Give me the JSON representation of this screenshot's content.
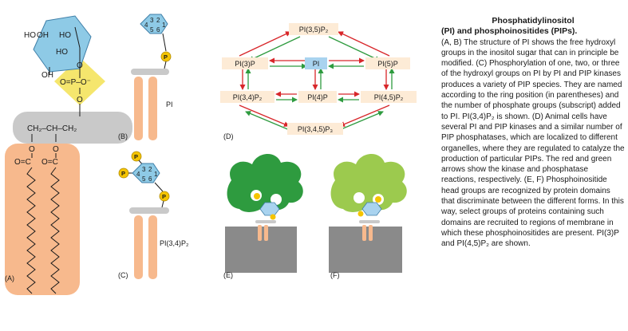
{
  "panels": {
    "A": "(A)",
    "B": "(B)",
    "C": "(C)",
    "D": "(D)",
    "E": "(E)",
    "F": "(F)"
  },
  "structure_a": {
    "ho_top": "HO",
    "oh_top": "OH",
    "ho_top2": "HO",
    "ho_mid": "HO",
    "oh_left": "OH",
    "phosphate": "O=P–O⁻",
    "o_top": "O",
    "o_bottom": "O",
    "glycerol": "CH₂–CH–CH₂",
    "o_left": "O",
    "o_right": "O",
    "ester_left": "O=C",
    "ester_right": "O=C"
  },
  "ring_numbers": [
    "3",
    "2",
    "4",
    "1",
    "5",
    "6"
  ],
  "phosphate_label": "P",
  "labels": {
    "pi": "PI",
    "pi34p2": "PI(3,4)P₂"
  },
  "network": {
    "nodes": {
      "pi35p2": "PI(3,5)P₂",
      "pi3p": "PI(3)P",
      "pi": "PI",
      "pi5p": "PI(5)P",
      "pi34p2": "PI(3,4)P₂",
      "pi4p": "PI(4)P",
      "pi45p2": "PI(4,5)P₂",
      "pi345p3": "PI(3,4,5)P₃"
    }
  },
  "colors": {
    "inositol": "#8ecae6",
    "inositol_dark": "#3f7fa8",
    "phosphate_group": "#f5e66d",
    "phosphate_ball": "#f5c400",
    "glycerol": "#c9c9c9",
    "tail": "#f7b98d",
    "kinase_arrow": "#d8262a",
    "phosphatase_arrow": "#2e9b3f",
    "node_fill": "#fdebd6",
    "node_center": "#a9d3ef",
    "protein_dark": "#2e9b3f",
    "protein_light": "#9cca4e",
    "membrane": "#8a8a8a"
  },
  "caption": {
    "title_line1": "Phosphatidylinositol",
    "title_line2": "(PI) and phosphoinositides (PIPs).",
    "body": "(A, B) The structure of PI shows the free hydroxyl groups in the inositol sugar that can in principle be modified. (C) Phosphorylation of one, two, or three of the hydroxyl groups on PI by PI and PIP kinases produces a variety of PIP species. They are named according to the ring position (in parentheses) and the number of phosphate groups (subscript) added to PI. PI(3,4)P₂ is shown. (D) Animal cells have several PI and PIP kinases and a similar number of PIP phosphatases, which are localized to different organelles, where they are regulated to catalyze the production of particular PIPs. The red and green arrows show the kinase and phosphatase reactions, respectively. (E, F) Phosphoinositide head groups are recognized by protein domains that discriminate between the different forms. In this way, select groups of proteins containing such domains are recruited to regions of membrane in which these phosphoinositides are present. PI(3)P and PI(4,5)P₂ are shown."
  }
}
